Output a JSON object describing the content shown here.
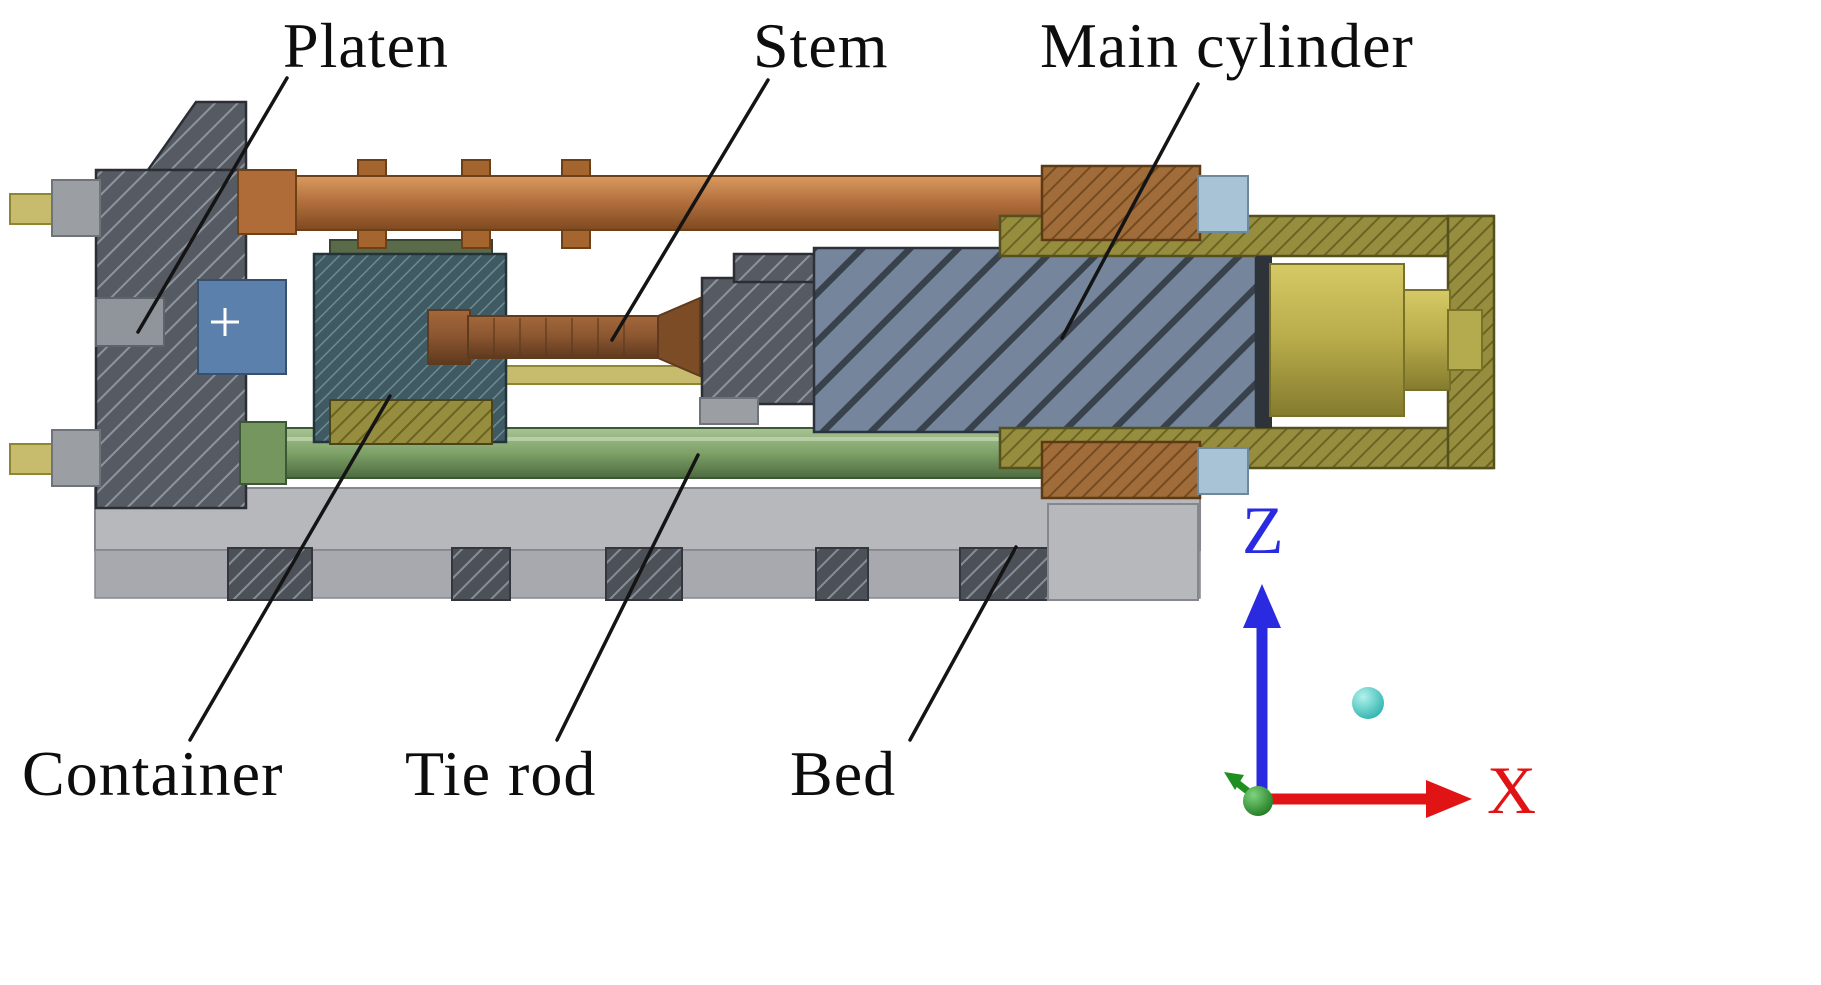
{
  "figure": {
    "labels": {
      "platen": "Platen",
      "stem": "Stem",
      "main_cylinder": "Main cylinder",
      "container": "Container",
      "tie_rod": "Tie rod",
      "bed": "Bed"
    },
    "axes": {
      "z": "Z",
      "x": "X"
    },
    "colors": {
      "background": "#ffffff",
      "label_text": "#0d0d0d",
      "leader_line": "#141414",
      "platen_gray": "#565b63",
      "stem_copper": "#b5713f",
      "container_teal": "#3f5a63",
      "ram_blue": "#74859c",
      "housing_olive": "#968e3e",
      "piston_yellow": "#b7ab4a",
      "tie_rod_green": "#7da167",
      "bed_gray": "#b6b8bc",
      "nut_brown": "#a06c3a",
      "cap_blue": "#a9c3d6",
      "axis_z_blue": "#2a2ae0",
      "axis_x_red": "#e01414",
      "axis_y_green": "#1f8f1f",
      "sphere_cyan": "#2cc8c2"
    }
  }
}
